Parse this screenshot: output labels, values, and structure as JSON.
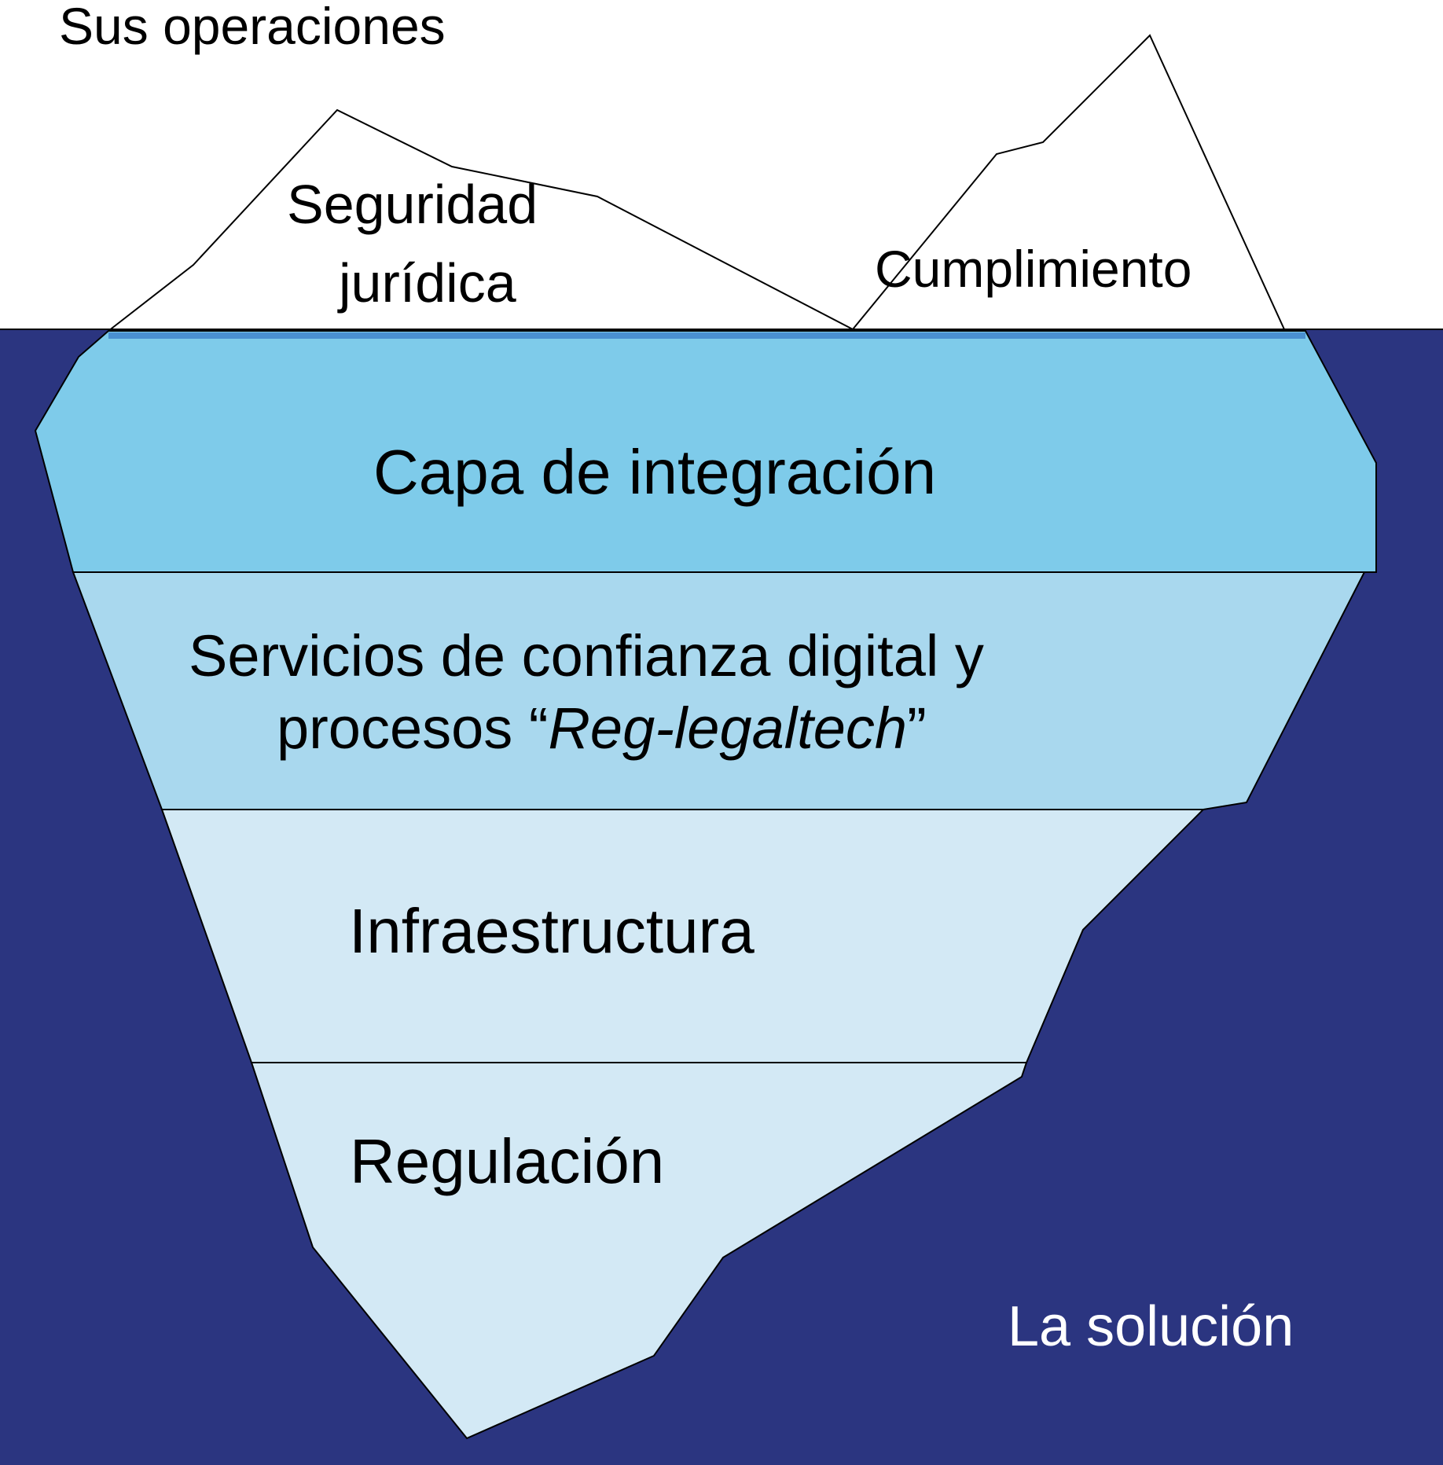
{
  "header": {
    "label": "Sus operaciones"
  },
  "peaks": {
    "left": {
      "line1": "Seguridad",
      "line2": "jurídica"
    },
    "right": {
      "label": "Cumplimiento"
    }
  },
  "layers": [
    {
      "label": "Capa de integración"
    },
    {
      "line1": "Servicios de confianza digital y",
      "line2_prefix": "procesos “",
      "line2_italic": "Reg-legaltech",
      "line2_suffix": "”"
    },
    {
      "label": "Infraestructura"
    },
    {
      "label": "Regulación"
    }
  ],
  "footer": {
    "label": "La solución"
  },
  "colors": {
    "water": "#2b3580",
    "layer_integration": "#7ecbea",
    "layer_services": "#a9d8ee",
    "layer_lower": "#d3e9f5",
    "waterline": "#4a90d0"
  }
}
